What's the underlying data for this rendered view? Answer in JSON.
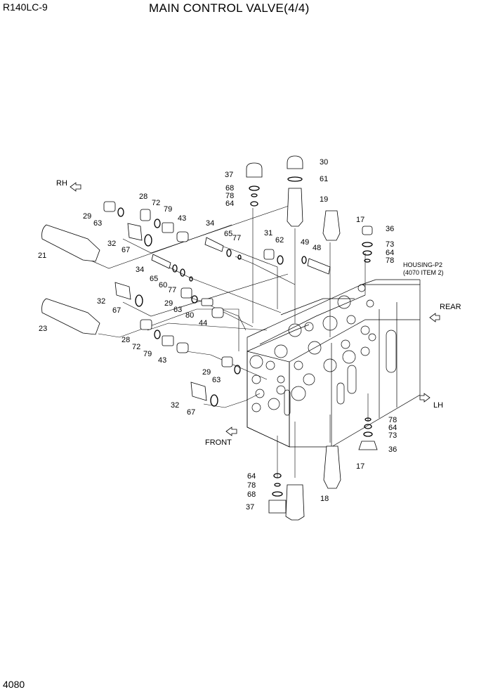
{
  "header": {
    "model": "R140LC-9",
    "title": "MAIN CONTROL VALVE(4/4)"
  },
  "footer": {
    "page_number": "4080"
  },
  "directions": {
    "rh": "RH",
    "rear": "REAR",
    "lh": "LH",
    "front": "FRONT"
  },
  "housing_note": {
    "line1": "HOUSING-P2",
    "line2": "(4070 ITEM 2)"
  },
  "callouts": {
    "c30": "30",
    "c61": "61",
    "c37a": "37",
    "c68a": "68",
    "c78a": "78",
    "c64a": "64",
    "c19": "19",
    "c17a": "17",
    "c36a": "36",
    "c73a": "73",
    "c64b": "64",
    "c78b": "78",
    "c28a": "28",
    "c72a": "72",
    "c79a": "79",
    "c29a": "29",
    "c63a": "63",
    "c43a": "43",
    "c34a": "34",
    "c65a": "65",
    "c77a": "77",
    "c31": "31",
    "c62": "62",
    "c49": "49",
    "c48": "48",
    "c32a": "32",
    "c67a": "67",
    "c21": "21",
    "c34b": "34",
    "c65b": "65",
    "c60": "60",
    "c77b": "77",
    "c32b": "32",
    "c67b": "67",
    "c29b": "29",
    "c63b": "63",
    "c80": "80",
    "c44": "44",
    "c23": "23",
    "c28b": "28",
    "c72b": "72",
    "c79b": "79",
    "c43b": "43",
    "c29c": "29",
    "c63c": "63",
    "c32c": "32",
    "c67c": "67",
    "c78c": "78",
    "c64c": "64",
    "c73b": "73",
    "c36b": "36",
    "c17b": "17",
    "c64d": "64",
    "c78d": "78",
    "c68b": "68",
    "c18": "18",
    "c37b": "37"
  }
}
